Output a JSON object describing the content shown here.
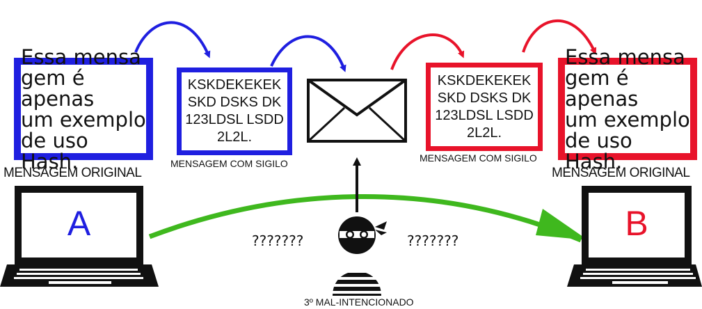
{
  "colors": {
    "blue": "#1f1fe0",
    "red": "#e8132a",
    "green": "#3fb81e",
    "black": "#111111"
  },
  "left": {
    "original_text": "Essa mensa\ngem é apenas\num exemplo\nde uso Hash.",
    "original_caption": "MENSAGEM ORIGINAL",
    "encrypted_text": "KSKDEKEKEK\nSKD  DSKS DK\n123LDSL LSDD\n2L2L.",
    "encrypted_caption": "MENSAGEM COM SIGILO",
    "laptop_label": "A"
  },
  "right": {
    "original_text": "Essa mensa\ngem é apenas\num exemplo\nde uso Hash.",
    "original_caption": "MENSAGEM ORIGINAL",
    "encrypted_text": "KSKDEKEKEK\nSKD  DSKS DK\n123LDSL LSDD\n2L2L.",
    "encrypted_caption": "MENSAGEM COM SIGILO",
    "laptop_label": "B"
  },
  "attacker": {
    "left_question": "???????",
    "right_question": "???????",
    "caption": "3º MAL-INTENCIONADO"
  },
  "icons": [
    "envelope-icon",
    "laptop-icon",
    "hacker-icon"
  ]
}
